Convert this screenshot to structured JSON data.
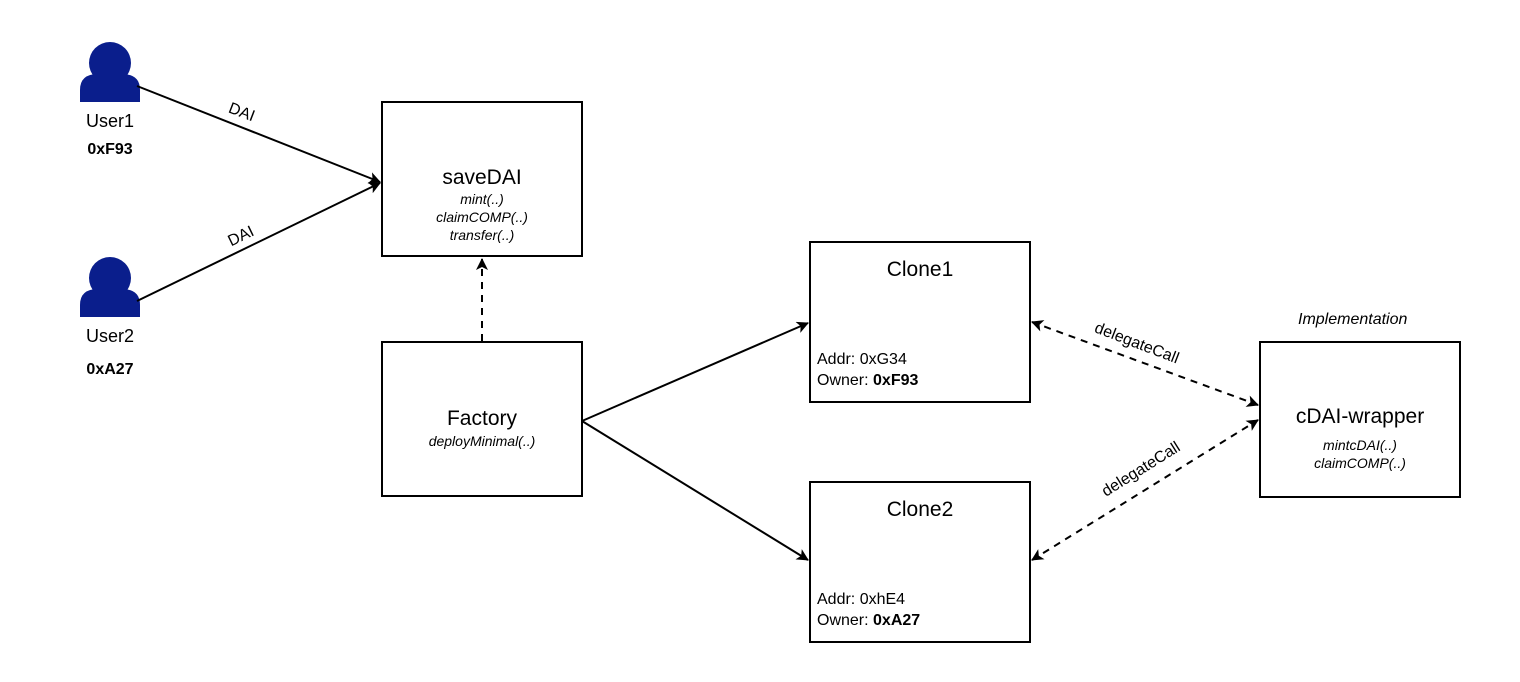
{
  "users": [
    {
      "name": "User1",
      "address": "0xF93"
    },
    {
      "name": "User2",
      "address": "0xA27"
    }
  ],
  "edge_labels": {
    "user1_to_savedai": "DAI",
    "user2_to_savedai": "DAI",
    "clone1_delegate": "delegateCall",
    "clone2_delegate": "delegateCall"
  },
  "savedai": {
    "title": "saveDAI",
    "methods": [
      "mint(..)",
      "claimCOMP(..)",
      "transfer(..)"
    ]
  },
  "factory": {
    "title": "Factory",
    "methods": [
      "deployMinimal(..)"
    ]
  },
  "clone1": {
    "title": "Clone1",
    "addr_label": "Addr:",
    "addr": "0xG34",
    "owner_label": "Owner:",
    "owner": "0xF93"
  },
  "clone2": {
    "title": "Clone2",
    "addr_label": "Addr:",
    "addr": "0xhE4",
    "owner_label": "Owner:",
    "owner": "0xA27"
  },
  "implementation_label": "Implementation",
  "cdai": {
    "title": "cDAI-wrapper",
    "methods": [
      "mintcDAI(..)",
      "claimCOMP(..)"
    ]
  },
  "colors": {
    "user_icon": "#0a1e8c",
    "stroke": "#000000"
  }
}
